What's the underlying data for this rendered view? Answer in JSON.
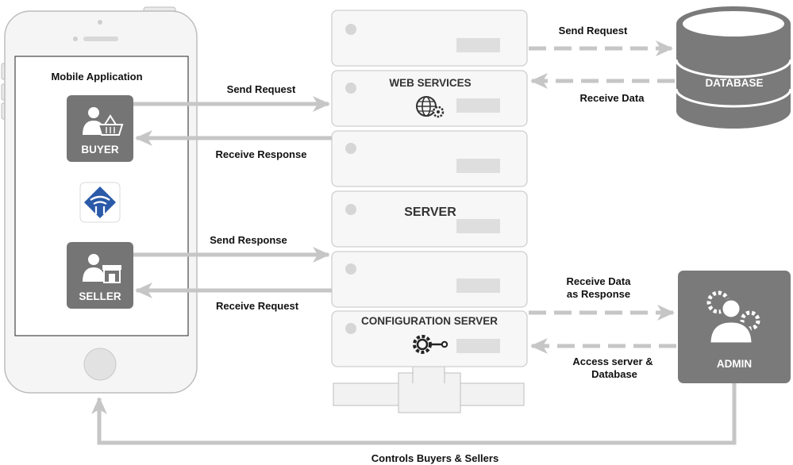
{
  "colors": {
    "arrow": "#c6c6c6",
    "tile": "#757575",
    "phone_body": "#f5f5f5",
    "server_unit": "#f7f7f7",
    "database": "#7a7a7a",
    "admin": "#7a7a7a"
  },
  "phone": {
    "title": "Mobile Application",
    "buyer_label": "BUYER",
    "seller_label": "SELLER",
    "buyer_icon": "buyer-basket-icon",
    "seller_icon": "seller-shop-icon",
    "logo_icon": "app-logo-icon"
  },
  "server_stack": {
    "web_services_label": "WEB SERVICES",
    "server_label": "SERVER",
    "configuration_label": "CONFIGURATION SERVER",
    "web_icon": "globe-gear-icon",
    "config_icon": "gear-key-icon"
  },
  "database": {
    "label": "DATABASE",
    "icon": "database-cylinder-icon"
  },
  "admin": {
    "label": "ADMIN",
    "icon": "admin-gears-icon"
  },
  "connections": {
    "buyer_send": "Send Request",
    "buyer_receive": "Receive Response",
    "seller_send": "Send Response",
    "seller_receive": "Receive Request",
    "db_send": "Send Request",
    "db_receive": "Receive Data",
    "admin_receive_line1": "Receive Data",
    "admin_receive_line2": "as Response",
    "admin_access_line1": "Access server &",
    "admin_access_line2": "Database",
    "controls": "Controls Buyers & Sellers"
  }
}
